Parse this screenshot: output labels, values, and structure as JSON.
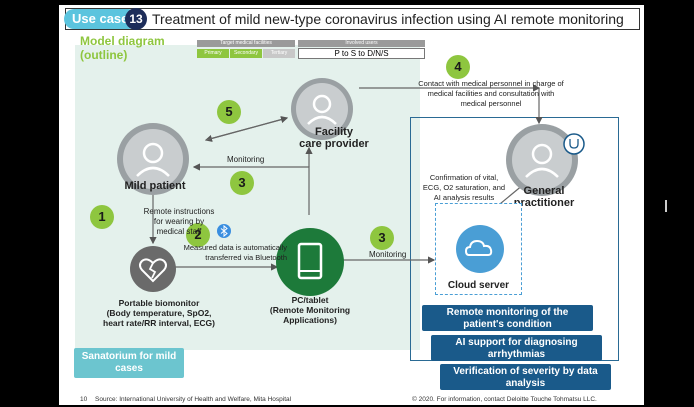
{
  "header": {
    "use_case_label": "Use case",
    "use_case_number": "13",
    "title": "Treatment of mild new-type coronavirus infection using AI remote monitoring"
  },
  "model_label": [
    "Model diagram",
    "(outline)"
  ],
  "target_table": {
    "facilities_header": "Target medical facilities",
    "users_header": "Involved users",
    "tiers": [
      "Primary",
      "Secondary",
      "Tertiary"
    ],
    "users_value": "P to S to D/N/S"
  },
  "nodes": {
    "facility": [
      "Facility",
      "care provider"
    ],
    "mild_patient": "Mild patient",
    "general_practitioner": [
      "General",
      "practitioner"
    ],
    "cloud_server": "Cloud server",
    "pc_tablet": [
      "PC/tablet",
      "(Remote Monitoring",
      "Applications)"
    ],
    "biomonitor": [
      "Portable biomonitor",
      "(Body temperature, SpO2,",
      "heart rate/RR interval, ECG)"
    ]
  },
  "steps": [
    "1",
    "2",
    "3",
    "3",
    "4",
    "5"
  ],
  "annotations": {
    "step1": [
      "Remote instructions",
      "for wearing by",
      "medical staff"
    ],
    "step2": [
      "Measured data is automatically",
      "transferred via Bluetooth"
    ],
    "monitoring_top": "Monitoring",
    "monitoring_right": "Monitoring",
    "step4": [
      "Contact with medical personnel in charge of",
      "medical facilities and consultation with",
      "medical personnel"
    ],
    "confirmation": [
      "Confirmation of vital,",
      "ECG, O2 saturation, and",
      "AI analysis results"
    ]
  },
  "features": [
    [
      "Remote monitoring of the",
      "patient's condition"
    ],
    [
      "AI support for diagnosing",
      "arrhythmias"
    ],
    [
      "Verification of severity by data",
      "analysis"
    ]
  ],
  "sanatorium": [
    "Sanatorium for mild",
    "cases"
  ],
  "footer": {
    "page": "10",
    "source": "Source: International University of Health and Welfare, Mita Hospital",
    "copyright": "© 2020. For information, contact Deloitte Touche Tohmatsu LLC."
  },
  "colors": {
    "step_green": "#8ec63f",
    "area_green": "#e4f1ec",
    "tablet_green": "#1d7a3a",
    "navy": "#1a5a8a",
    "cloud_blue": "#4a9ed5"
  }
}
